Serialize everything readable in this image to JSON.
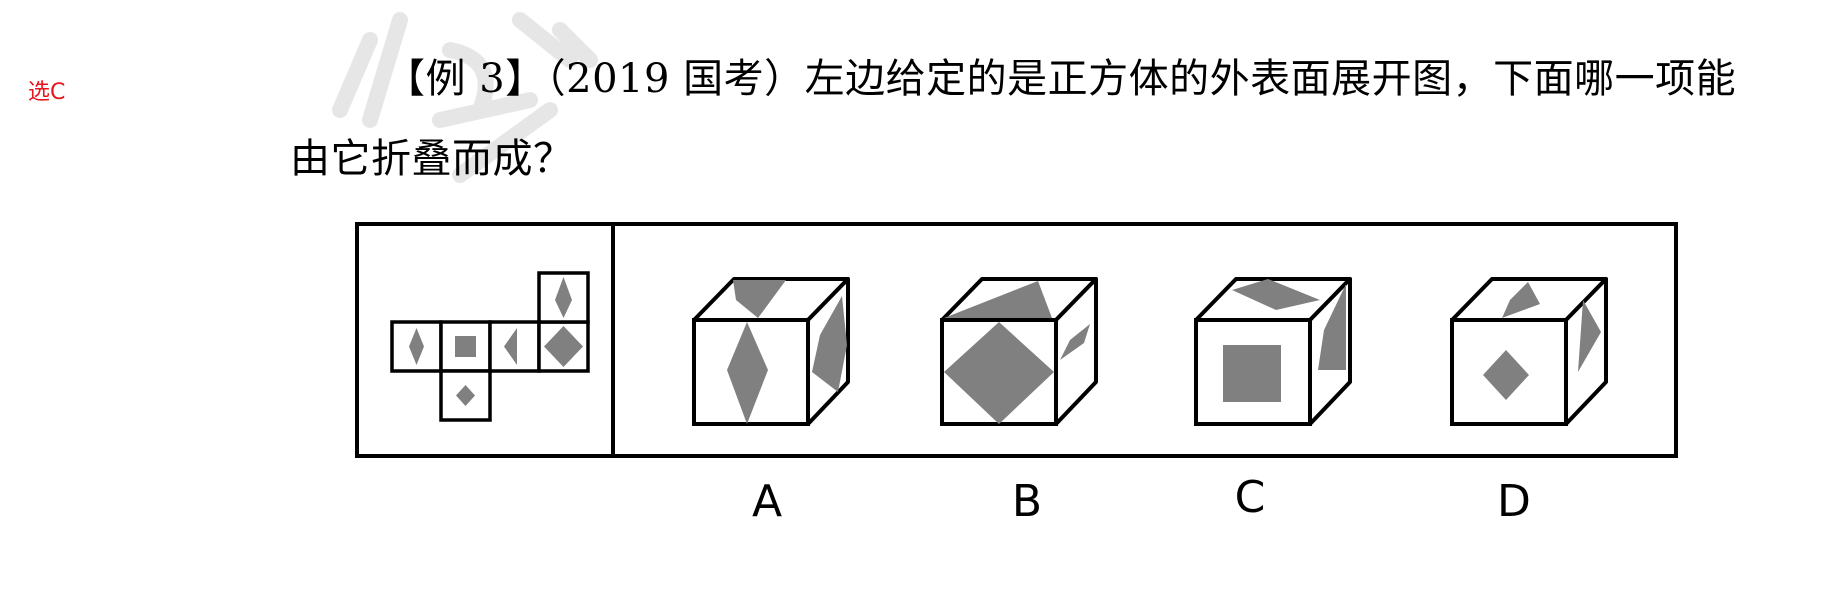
{
  "annotation": "选C",
  "question": {
    "line1": "【例 3】（2019 国考）左边给定的是正方体的外表面展开图，下面哪一项能",
    "line2": "由它折叠而成？"
  },
  "options": [
    {
      "label": "A"
    },
    {
      "label": "B"
    },
    {
      "label": "C"
    },
    {
      "label": "D"
    }
  ],
  "colors": {
    "shape_fill": "#808080",
    "line": "#000000",
    "annotation": "#e8141b",
    "watermark": "#e6e6e6"
  }
}
